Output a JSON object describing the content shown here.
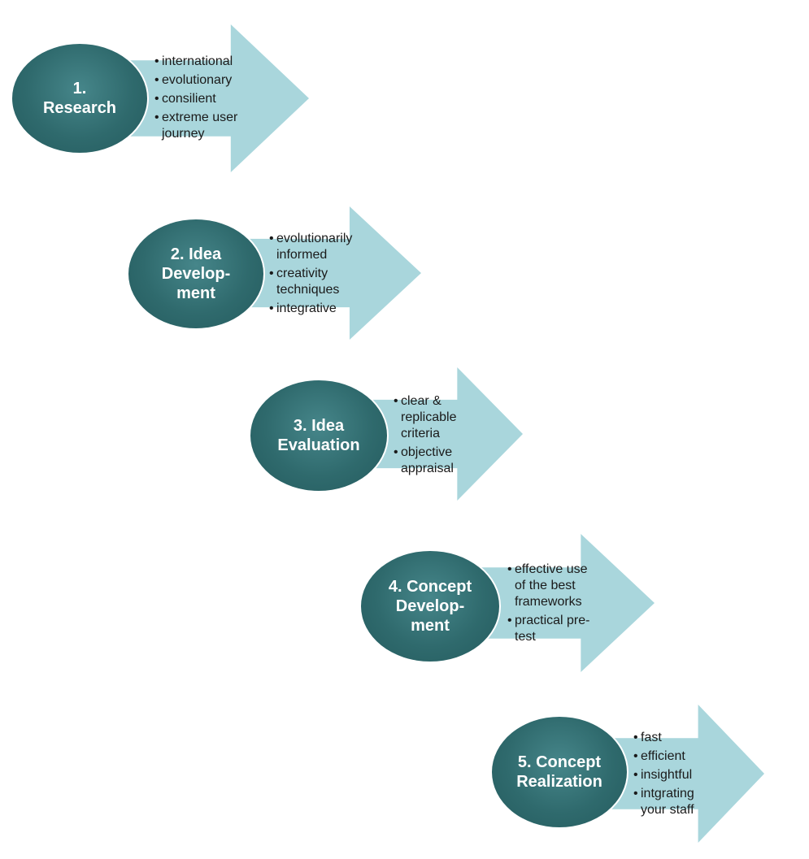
{
  "steps": [
    {
      "label_lines": [
        "1.",
        "Research"
      ],
      "bullets": [
        [
          "international"
        ],
        [
          "evolutionary"
        ],
        [
          "consilient"
        ],
        [
          "extreme user",
          "journey"
        ]
      ]
    },
    {
      "label_lines": [
        "2. Idea",
        "Develop-",
        "ment"
      ],
      "bullets": [
        [
          "evolutionarily",
          "informed"
        ],
        [
          "creativity",
          "techniques"
        ],
        [
          "integrative"
        ]
      ]
    },
    {
      "label_lines": [
        "3. Idea",
        "Evaluation"
      ],
      "bullets": [
        [
          "clear &",
          "replicable",
          "criteria"
        ],
        [
          "objective",
          "appraisal"
        ]
      ]
    },
    {
      "label_lines": [
        "4. Concept",
        "Develop-",
        "ment"
      ],
      "bullets": [
        [
          "effective use",
          "of the best",
          "frameworks"
        ],
        [
          "practical pre-",
          "test"
        ]
      ]
    },
    {
      "label_lines": [
        "5. Concept",
        "Realization"
      ],
      "bullets": [
        [
          "fast"
        ],
        [
          "efficient"
        ],
        [
          "insightful"
        ],
        [
          "intgrating",
          "your staff"
        ]
      ]
    }
  ],
  "colors": {
    "arrow": "#a9d6dc",
    "circle": "#2f6a6d",
    "circle_text": "#ffffff",
    "bullet_text": "#1a1a1a"
  }
}
